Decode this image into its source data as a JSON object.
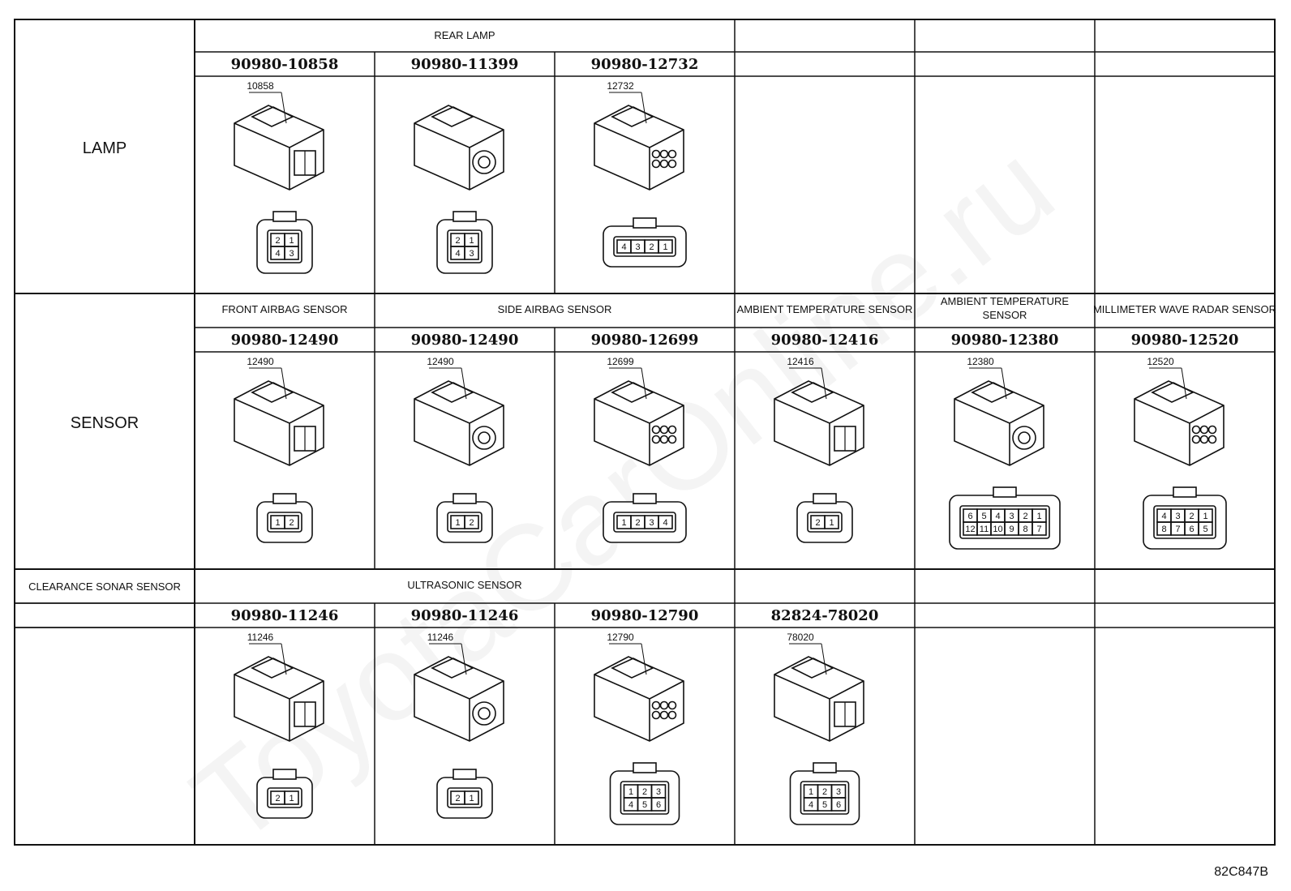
{
  "watermark": "ToyotaCarOnline.ru",
  "figure_code": "82C847B",
  "rows": [
    {
      "label": "LAMP",
      "groups": [
        {
          "title": "REAR LAMP",
          "span": 3
        },
        {
          "title": "",
          "span": 1
        },
        {
          "title": "",
          "span": 1
        },
        {
          "title": "",
          "span": 1
        }
      ],
      "cells": [
        {
          "part": "90980-10858",
          "callout": "10858",
          "pins_top": [
            "2",
            "1"
          ],
          "pins_bottom": [
            "4",
            "3"
          ]
        },
        {
          "part": "90980-11399",
          "callout": "",
          "pins_top": [
            "2",
            "1"
          ],
          "pins_bottom": [
            "4",
            "3"
          ]
        },
        {
          "part": "90980-12732",
          "callout": "12732",
          "pins_top": [
            "4",
            "3",
            "2",
            "1"
          ],
          "pins_bottom": []
        },
        {
          "part": "",
          "callout": "",
          "pins_top": [],
          "pins_bottom": []
        },
        {
          "part": "",
          "callout": "",
          "pins_top": [],
          "pins_bottom": []
        },
        {
          "part": "",
          "callout": "",
          "pins_top": [],
          "pins_bottom": []
        }
      ]
    },
    {
      "label": "SENSOR",
      "groups": [
        {
          "title": "FRONT AIRBAG SENSOR",
          "span": 1
        },
        {
          "title": "SIDE AIRBAG SENSOR",
          "span": 2
        },
        {
          "title": "AMBIENT TEMPERATURE SENSOR",
          "span": 1
        },
        {
          "title": "BLIND SPOT MONITOR SENSOR",
          "span": 1
        },
        {
          "title": "MILLIMETER WAVE RADAR SENSOR",
          "span": 1
        }
      ],
      "cells": [
        {
          "part": "90980-12490",
          "callout": "12490",
          "pins_top": [
            "1",
            "2"
          ],
          "pins_bottom": []
        },
        {
          "part": "90980-12490",
          "callout": "12490",
          "pins_top": [
            "1",
            "2"
          ],
          "pins_bottom": []
        },
        {
          "part": "90980-12699",
          "callout": "12699",
          "pins_top": [
            "1",
            "2",
            "3",
            "4"
          ],
          "pins_bottom": []
        },
        {
          "part": "90980-12416",
          "callout": "12416",
          "pins_top": [
            "2",
            "1"
          ],
          "pins_bottom": []
        },
        {
          "part": "90980-12380",
          "callout": "12380",
          "pins_top": [
            "6",
            "5",
            "4",
            "3",
            "2",
            "1"
          ],
          "pins_bottom": [
            "12",
            "11",
            "10",
            "9",
            "8",
            "7"
          ]
        },
        {
          "part": "90980-12520",
          "callout": "12520",
          "pins_top": [
            "4",
            "3",
            "2",
            "1"
          ],
          "pins_bottom": [
            "8",
            "7",
            "6",
            "5"
          ]
        }
      ]
    },
    {
      "label": "CLEARANCE SONAR SENSOR",
      "groups": [
        {
          "title": "ULTRASONIC SENSOR",
          "span": 3
        },
        {
          "title": "",
          "span": 1
        },
        {
          "title": "",
          "span": 1
        },
        {
          "title": "",
          "span": 1
        }
      ],
      "cells": [
        {
          "part": "90980-11246",
          "callout": "11246",
          "pins_top": [
            "2",
            "1"
          ],
          "pins_bottom": []
        },
        {
          "part": "90980-11246",
          "callout": "11246",
          "pins_top": [
            "2",
            "1"
          ],
          "pins_bottom": []
        },
        {
          "part": "90980-12790",
          "callout": "12790",
          "pins_top": [
            "1",
            "2",
            "3"
          ],
          "pins_bottom": [
            "4",
            "5",
            "6"
          ]
        },
        {
          "part": "82824-78020",
          "callout": "78020",
          "pins_top": [
            "1",
            "2",
            "3"
          ],
          "pins_bottom": [
            "4",
            "5",
            "6"
          ]
        },
        {
          "part": "",
          "callout": "",
          "pins_top": [],
          "pins_bottom": []
        },
        {
          "part": "",
          "callout": "",
          "pins_top": [],
          "pins_bottom": []
        }
      ]
    }
  ]
}
